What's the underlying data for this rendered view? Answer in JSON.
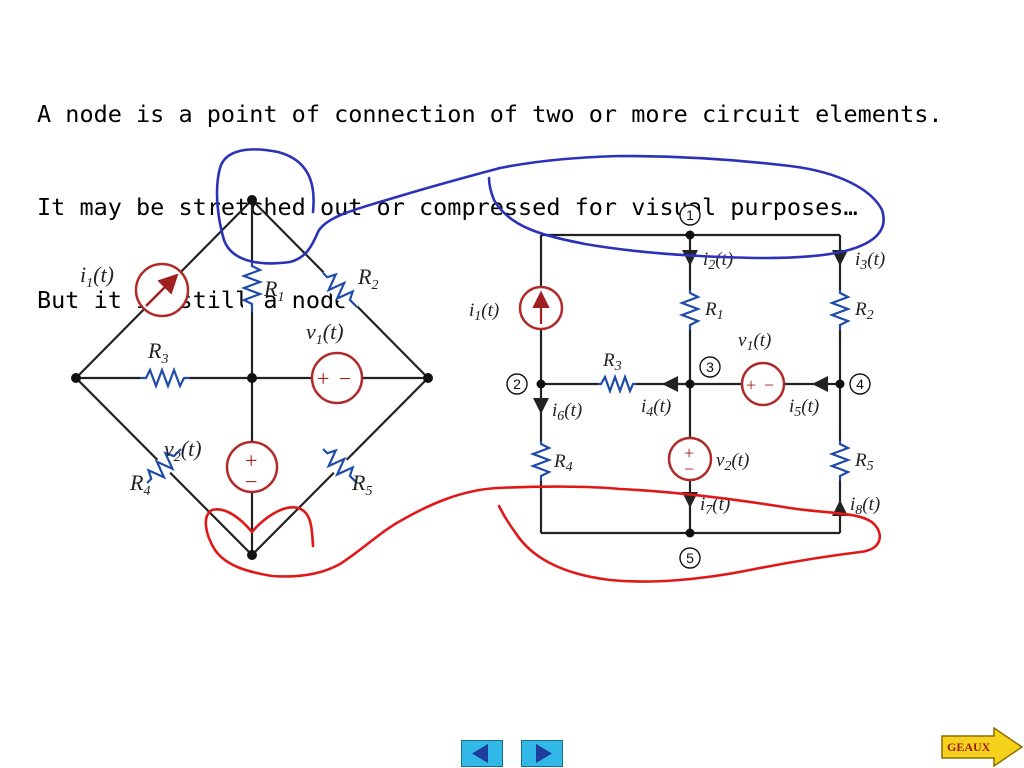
{
  "slide": {
    "lines": [
      "A node is a point of connection of two or more circuit elements.",
      "It may be stretched out or compressed for visual purposes…",
      "But it is still a node"
    ]
  },
  "left_diagram": {
    "labels": {
      "i1": "i",
      "i1_sub": "1",
      "i1_arg": "(t)",
      "R1": "R",
      "R1_sub": "1",
      "R2": "R",
      "R2_sub": "2",
      "R3": "R",
      "R3_sub": "3",
      "R4": "R",
      "R4_sub": "4",
      "R5": "R",
      "R5_sub": "5",
      "v1": "v",
      "v1_sub": "1",
      "v1_arg": "(t)",
      "v2": "v",
      "v2_sub": "2",
      "v2_arg": "(t)"
    }
  },
  "right_diagram": {
    "nodes": [
      "1",
      "2",
      "3",
      "4",
      "5"
    ],
    "labels": {
      "i1": "i",
      "i1_sub": "1",
      "i1_arg": "(t)",
      "i2": "i",
      "i2_sub": "2",
      "i2_arg": "(t)",
      "i3": "i",
      "i3_sub": "3",
      "i3_arg": "(t)",
      "i4": "i",
      "i4_sub": "4",
      "i4_arg": "(t)",
      "i5": "i",
      "i5_sub": "5",
      "i5_arg": "(t)",
      "i6": "i",
      "i6_sub": "6",
      "i6_arg": "(t)",
      "i7": "i",
      "i7_sub": "7",
      "i7_arg": "(t)",
      "i8": "i",
      "i8_sub": "8",
      "i8_arg": "(t)",
      "R1": "R",
      "R1_sub": "1",
      "R2": "R",
      "R2_sub": "2",
      "R3": "R",
      "R3_sub": "3",
      "R4": "R",
      "R4_sub": "4",
      "R5": "R",
      "R5_sub": "5",
      "v1": "v",
      "v1_sub": "1",
      "v1_arg": "(t)",
      "v2": "v",
      "v2_sub": "2",
      "v2_arg": "(t)"
    }
  },
  "source_signs": {
    "plus": "+",
    "minus": "−"
  },
  "colors": {
    "wire": "#222222",
    "resistor": "#1e4aa8",
    "source": "#b02a2a",
    "annotation_blue": "#2b32b8",
    "annotation_red": "#e01818",
    "nav_button": "#31b8e6",
    "geaux_fill": "#f6d11c"
  },
  "nav": {
    "prev_icon": "left-arrow-icon",
    "next_icon": "right-arrow-icon"
  },
  "geaux": {
    "label": "GEAUX"
  }
}
